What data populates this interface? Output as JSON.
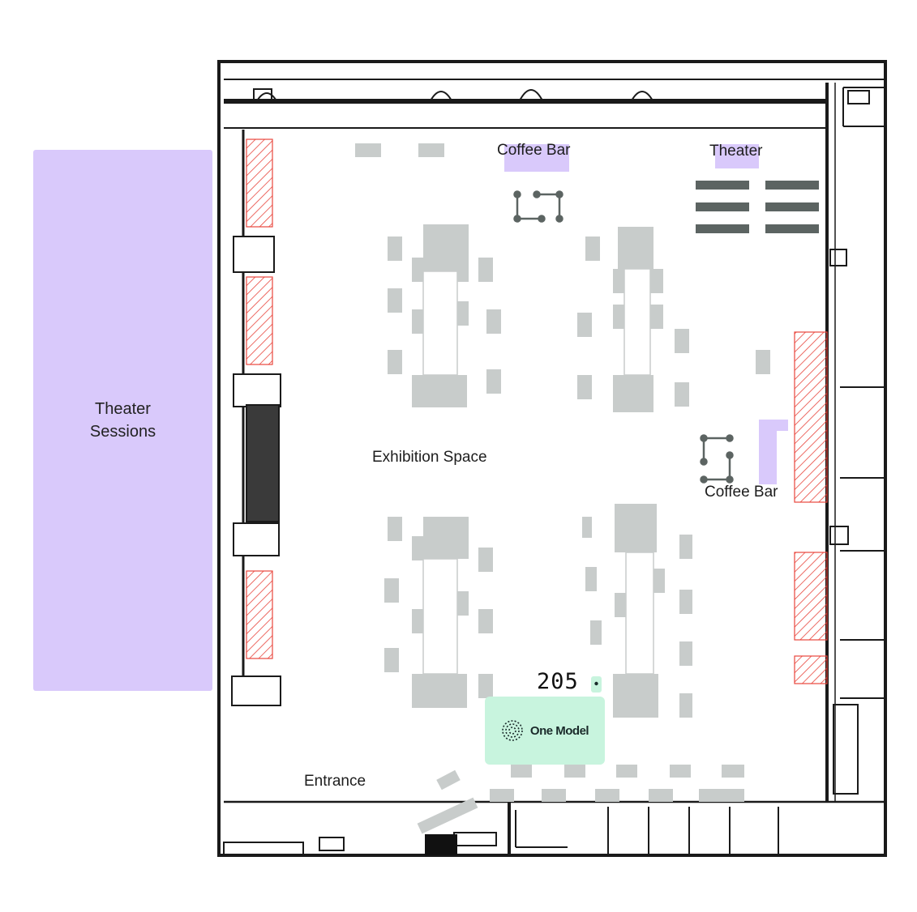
{
  "panel": {
    "label": "Theater\nSessions"
  },
  "areas": {
    "coffee_bar_top": "Coffee Bar",
    "theater": "Theater",
    "exhibition": "Exhibition Space",
    "coffee_bar_right": "Coffee Bar",
    "entrance": "Entrance"
  },
  "booth": {
    "number": "205",
    "sponsor": "One Model",
    "sponsor_logo": "swirl-logo-icon"
  },
  "colors": {
    "panel": "#d9c9fb",
    "highlight": "#d9c9fb",
    "booth_block": "#c8cccb",
    "sponsor": "#c8f4de",
    "hatch": "#e8453c",
    "seat": "#5c6462",
    "wall": "#1a1a1a"
  }
}
